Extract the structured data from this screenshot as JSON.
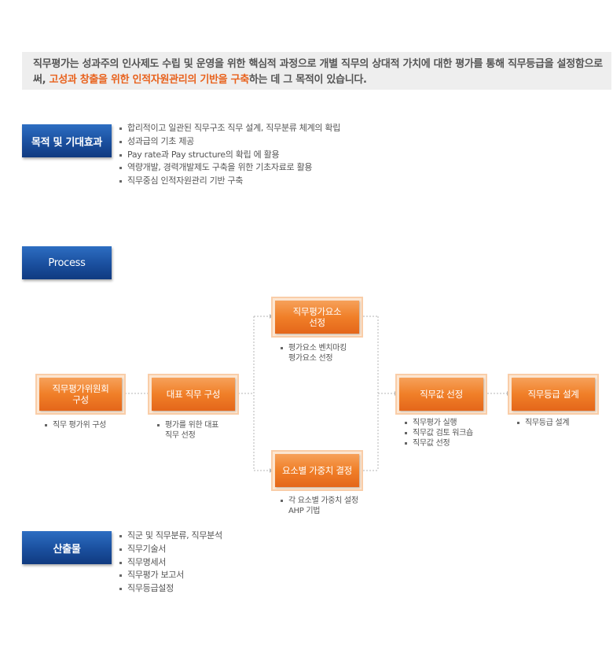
{
  "intro": {
    "text_before": "직무평가는 성과주의 인사제도 수립 및 운영을 위한 핵심적 과정으로 개별 직무의 상대적 가치에 대한 평가를 통해 직무등급을 설정함으로써, ",
    "highlight": "고성과 창출을 위한 인적자원관리의 기반을 구축",
    "text_after": "하는 데 그 목적이 있습니다."
  },
  "purpose": {
    "label": "목적 및 기대효과",
    "items": [
      "합리적이고 일관된 직무구조 직무 설계, 직무분류 체계의  확립",
      "성과급의 기초 제공",
      "Pay rate과 Pay structure의 확립 에 활용",
      "역량개발, 경력개발제도 구축을 위한 기초자료로 활용",
      "직무중심 인적자원관리 기반 구축"
    ]
  },
  "process": {
    "label": "Process",
    "nodes": {
      "committee": "직무평가위원회\n구성",
      "representative": "대표 직무 구성",
      "factor": "직무평가요소\n선정",
      "weight": "요소별 가중치 결정",
      "value": "직무값 선정",
      "grade": "직무등급 설계"
    },
    "notes": {
      "committee": [
        "직무 평가위 구성"
      ],
      "representative": [
        "평가를 위한 대표\n직무 선정"
      ],
      "factor": [
        "평가요소 벤치마킹\n평가요소 선정"
      ],
      "weight": [
        "각 요소별 가중치 설정\nAHP 기법"
      ],
      "value": [
        "직무평가 실행",
        "직무값 검토 워크숍",
        "직무값 선정"
      ],
      "grade": [
        "직무등급 설계"
      ]
    }
  },
  "output": {
    "label": "산출물",
    "items": [
      "직군 및 직무분류, 직무분석",
      "직무기술서",
      "직무명세서",
      "직무평가 보고서",
      "직무등급설정"
    ]
  },
  "colors": {
    "blue_label": "#1a4f9e",
    "orange_node": "#f07f28",
    "highlight": "#e8621d",
    "intro_bg": "#eeeeee"
  }
}
